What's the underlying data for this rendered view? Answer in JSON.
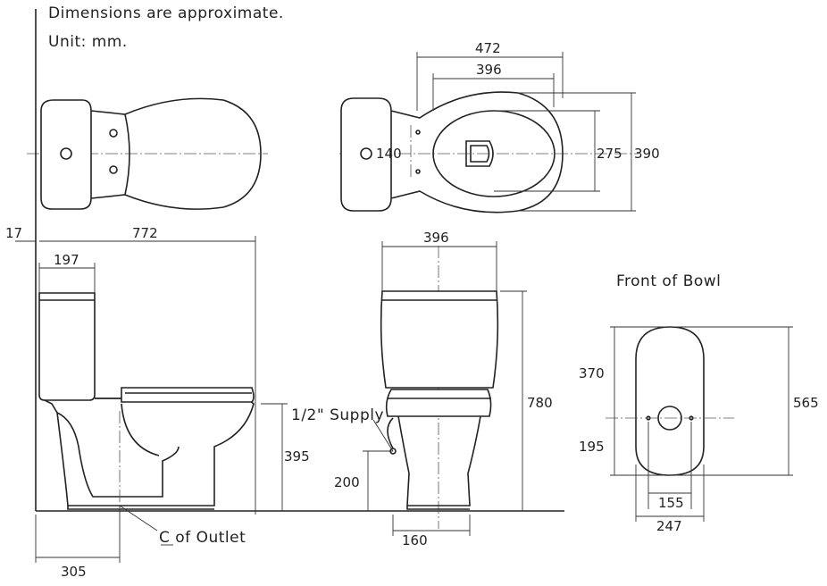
{
  "notes": {
    "dimensions_note": "Dimensions are approximate.",
    "unit_note": "Unit: mm."
  },
  "top_view": {
    "dim_overall_width": "472",
    "dim_bowl_width": "396",
    "dim_bolt_spacing": "140",
    "dim_bowl_depth": "275",
    "dim_overall_depth": "390"
  },
  "side_view": {
    "dim_wall_gap": "17",
    "dim_overall_length": "772",
    "dim_tank_depth": "197",
    "dim_seat_height": "395",
    "dim_outlet_offset": "305",
    "outlet_label": "C",
    "outlet_label_rest": " of Outlet"
  },
  "front_view": {
    "dim_tank_width": "396",
    "dim_overall_height": "780",
    "supply_label": "1/2\" Supply",
    "dim_supply_height": "200",
    "dim_base_width": "160"
  },
  "bowl_front": {
    "title": "Front of Bowl",
    "dim_upper": "370",
    "dim_lower": "195",
    "dim_total_height": "565",
    "dim_inner_width": "155",
    "dim_outer_width": "247"
  }
}
